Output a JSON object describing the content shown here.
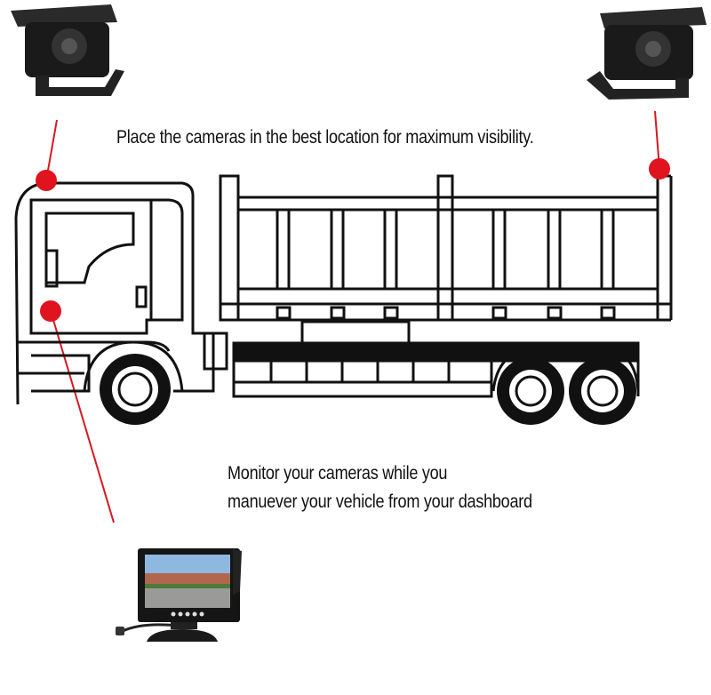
{
  "captions": {
    "placement": "Place the cameras in the best location for maximum visibility.",
    "monitor_line1": "Monitor your cameras while you",
    "monitor_line2": "manuever your vehicle from your dashboard"
  },
  "colors": {
    "marker": "#e0141e",
    "line": "#111111",
    "camera": "#1a1a1a"
  }
}
